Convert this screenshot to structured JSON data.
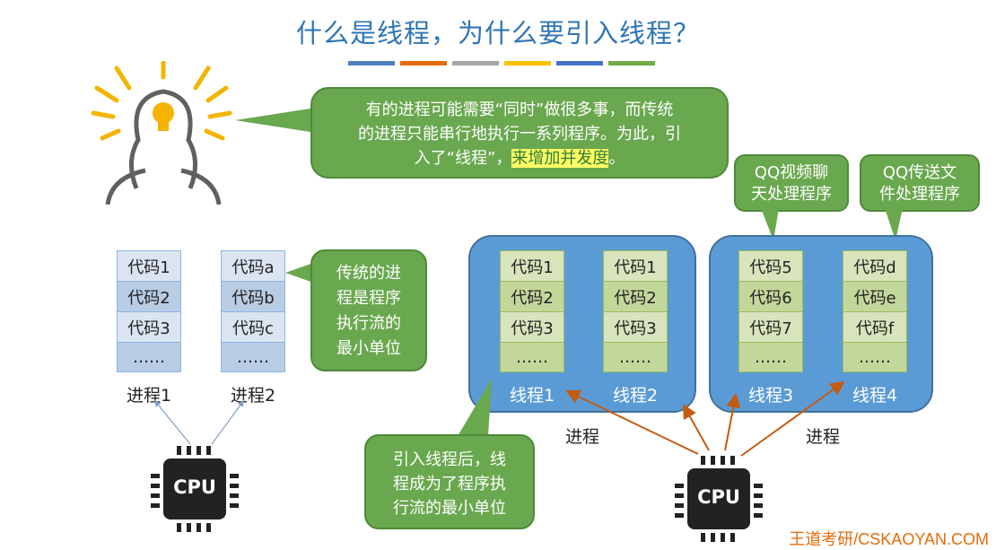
{
  "title": "什么是线程，为什么要引入线程？",
  "accent_colors": [
    "#4f81bd",
    "#e46c0a",
    "#a5a5a5",
    "#ffc000",
    "#4472c4",
    "#70ad47"
  ],
  "intro_bubble": {
    "line1": "有的进程可能需要“同时”做很多事，而传统",
    "line2": "的进程只能串行地执行一系列程序。为此，引",
    "line3_prefix": "入了“线程”，",
    "line3_highlight": "来增加并发度",
    "line3_suffix": "。"
  },
  "traditional": {
    "process1": {
      "cells": [
        "代码1",
        "代码2",
        "代码3",
        "……"
      ],
      "label": "进程1"
    },
    "process2": {
      "cells": [
        "代码a",
        "代码b",
        "代码c",
        "……"
      ],
      "label": "进程2"
    },
    "note": [
      "传统的进",
      "程是程序",
      "执行流的",
      "最小单位"
    ]
  },
  "threads": {
    "process_left": {
      "label": "进程",
      "thread1": {
        "cells": [
          "代码1",
          "代码2",
          "代码3",
          "……"
        ],
        "label": "线程1"
      },
      "thread2": {
        "cells": [
          "代码1",
          "代码2",
          "代码3",
          "……"
        ],
        "label": "线程2"
      }
    },
    "process_right": {
      "label": "进程",
      "thread3": {
        "cells": [
          "代码5",
          "代码6",
          "代码7",
          "……"
        ],
        "label": "线程3"
      },
      "thread4": {
        "cells": [
          "代码d",
          "代码e",
          "代码f",
          "……"
        ],
        "label": "线程4"
      }
    },
    "qq_video": [
      "QQ视频聊",
      "天处理程序"
    ],
    "qq_file": [
      "QQ传送文",
      "件处理程序"
    ],
    "note": [
      "引入线程后，线",
      "程成为了程序执",
      "行流的最小单位"
    ]
  },
  "cpu_label": "CPU",
  "watermark": "王道考研/CSKAOYAN.COM"
}
